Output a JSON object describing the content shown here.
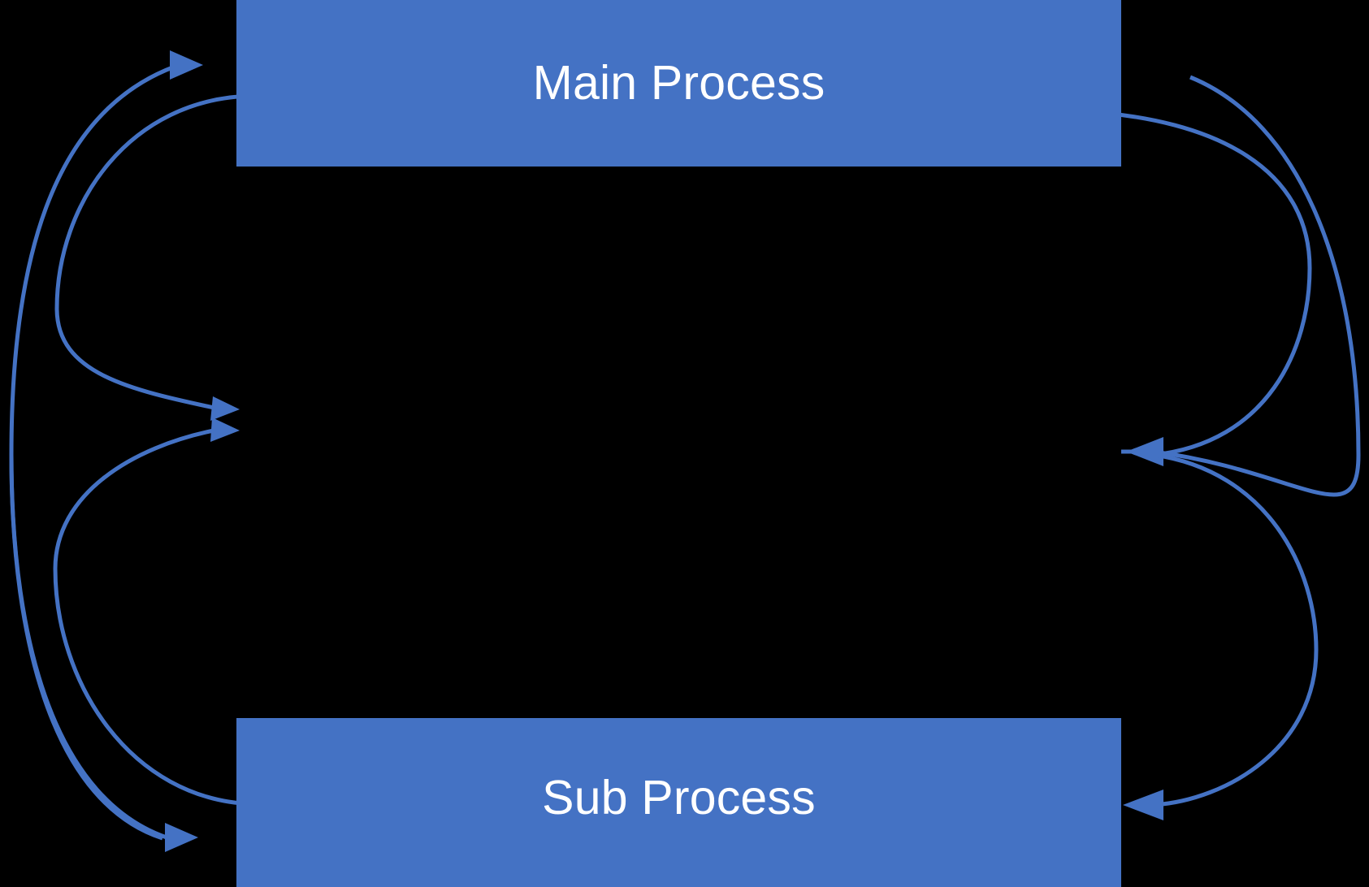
{
  "diagram": {
    "title_visible": false,
    "background_color": "#000000",
    "accent_color": "#4472C4",
    "text_color": "#FFFFFF",
    "nodes": [
      {
        "id": "main",
        "label": "Main Process",
        "shape": "rectangle",
        "fill": "#4472C4",
        "text_color": "#FFFFFF"
      },
      {
        "id": "sub",
        "label": "Sub Process",
        "shape": "rectangle",
        "fill": "#4472C4",
        "text_color": "#FFFFFF"
      }
    ],
    "connectors": [
      {
        "id": "left-upper-out",
        "from": "main",
        "to": "left-hub",
        "direction": "curved-arc",
        "arrowhead": "end",
        "side": "left"
      },
      {
        "id": "left-upper-in",
        "from": "left-outer",
        "to": "main",
        "direction": "curved-arc",
        "arrowhead": "end",
        "side": "left"
      },
      {
        "id": "left-lower-out",
        "from": "sub",
        "to": "left-hub",
        "direction": "curved-arc",
        "arrowhead": "end",
        "side": "left"
      },
      {
        "id": "left-lower-in",
        "from": "left-outer",
        "to": "sub",
        "direction": "curved-arc",
        "arrowhead": "end",
        "side": "left"
      },
      {
        "id": "right-upper-in",
        "from": "right-outer",
        "to": "main",
        "direction": "curved-arc",
        "arrowhead": "end",
        "side": "right"
      },
      {
        "id": "right-upper-out",
        "from": "main",
        "to": "right-hub",
        "direction": "curved-arc",
        "arrowhead": "end",
        "side": "right"
      },
      {
        "id": "right-lower-in",
        "from": "right-outer",
        "to": "right-hub",
        "direction": "curved-arc",
        "arrowhead": "end",
        "side": "right"
      },
      {
        "id": "right-lower-out",
        "from": "right-hub",
        "to": "sub",
        "direction": "curved-arc",
        "arrowhead": "end",
        "side": "right"
      }
    ]
  }
}
